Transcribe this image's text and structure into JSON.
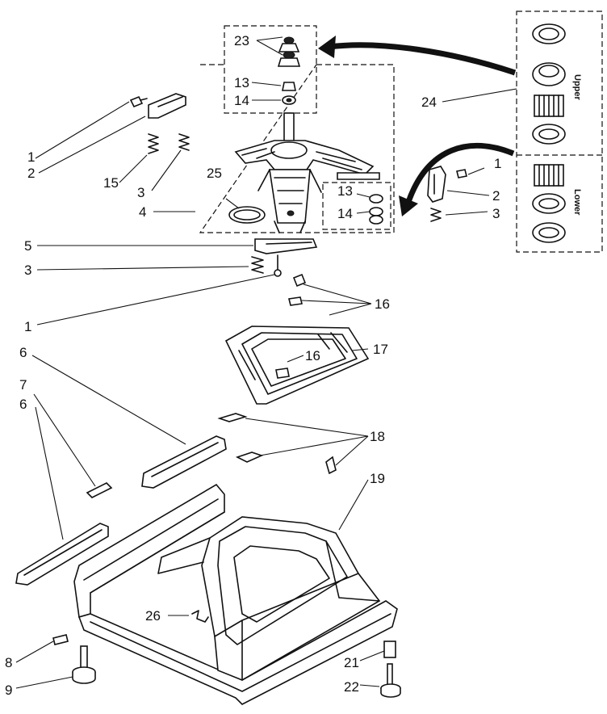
{
  "labels": {
    "l1a": "1",
    "l2a": "2",
    "l15": "15",
    "l3a": "3",
    "l4": "4",
    "l25": "25",
    "l23": "23",
    "l13a": "13",
    "l14a": "14",
    "l24": "24",
    "l1b": "1",
    "l2b": "2",
    "l3b": "3",
    "l13b": "13",
    "l14b": "14",
    "l5": "5",
    "l3c": "3",
    "l1c": "1",
    "l16a": "16",
    "l17": "17",
    "l16b": "16",
    "l6a": "6",
    "l7": "7",
    "l6b": "6",
    "l18": "18",
    "l19": "19",
    "l26": "26",
    "l8": "8",
    "l9": "9",
    "l21": "21",
    "l22": "22"
  },
  "kit_labels": {
    "upper": "Upper",
    "lower": "Lower"
  }
}
